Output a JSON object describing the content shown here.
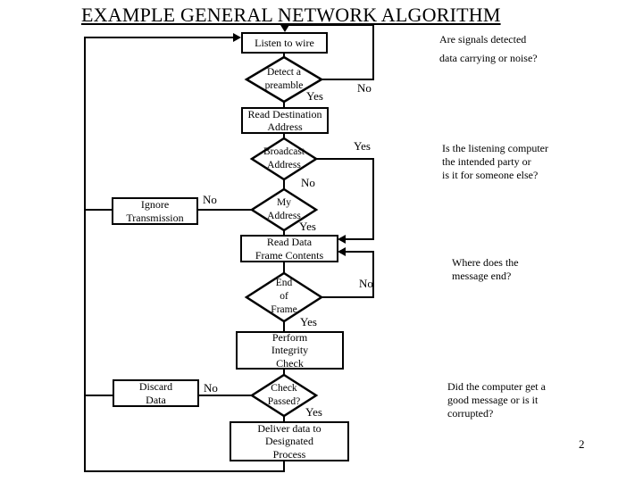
{
  "title": "EXAMPLE GENERAL NETWORK ALGORITHM",
  "page_number": "2",
  "colors": {
    "ink": "#000000",
    "background": "#ffffff"
  },
  "flowchart": {
    "processes": {
      "listen": "Listen to wire",
      "read_destination": "Read Destination\nAddress",
      "ignore": "Ignore\nTransmission",
      "read_data": "Read Data\nFrame Contents",
      "perform": "Perform\nIntegrity\nCheck",
      "discard": "Discard\nData",
      "deliver": "Deliver data to\nDesignated\nProcess"
    },
    "decisions": {
      "detect_preamble": "Detect a\npreamble",
      "broadcast_address": "Broadcast\nAddress",
      "my_address": "My\nAddress",
      "end_of_frame": "End\nof\nFrame",
      "check_passed": "Check\nPassed?"
    },
    "branches": {
      "detect_yes": "Yes",
      "detect_no": "No",
      "broadcast_yes": "Yes",
      "broadcast_no": "No",
      "my_address_yes": "Yes",
      "my_address_no": "No",
      "end_of_frame_yes": "Yes",
      "end_of_frame_no": "No",
      "check_passed_yes": "Yes",
      "check_passed_no": "No"
    }
  },
  "annotations": {
    "signals": "Are signals detected\ndata carrying or noise?",
    "listening": "Is the listening computer\nthe intended party or\nis it for someone else?",
    "message_end": "Where does the\nmessage end?",
    "corrupted": "Did the computer get a\ngood message or is it\ncorrupted?"
  }
}
